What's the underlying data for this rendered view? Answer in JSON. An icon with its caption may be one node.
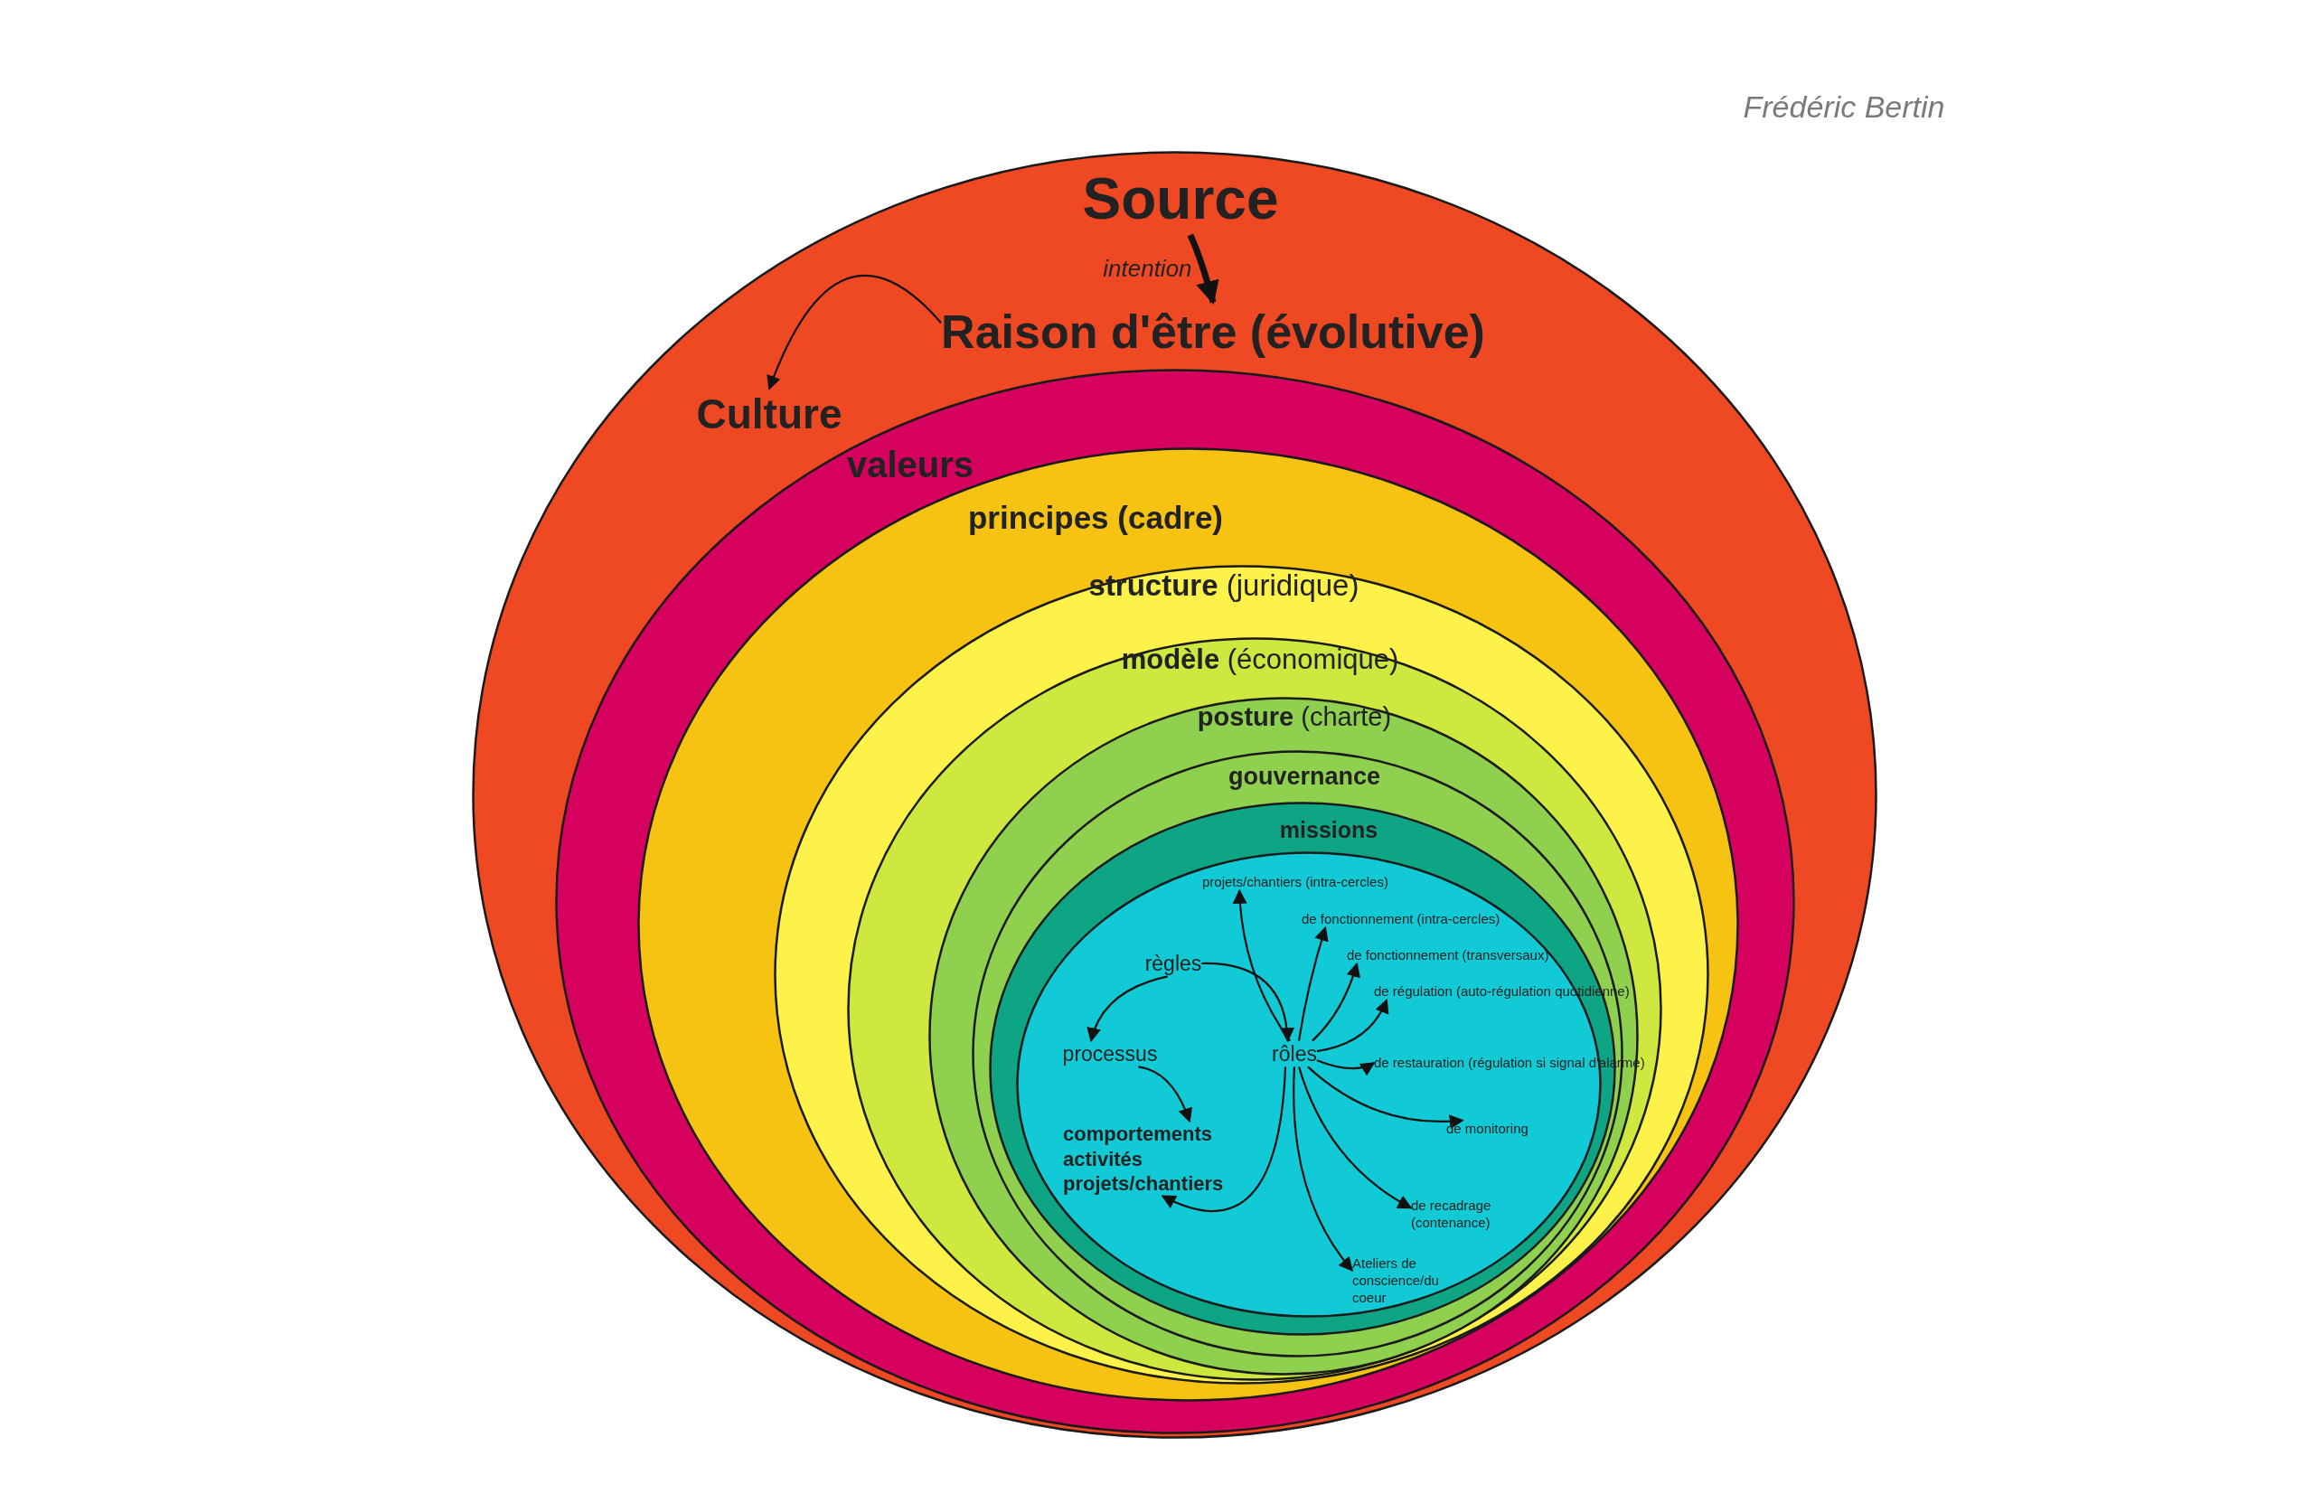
{
  "diagram": {
    "nodes": [
      {
        "text": [],
        "shape": "ellipse"
      },
      {
        "text": [
          "Source"
        ],
        "in": 0
      },
      {
        "text": [
          "Raison d'être (évolutive)"
        ],
        "in": 0
      },
      {
        "text": [
          "Culture"
        ],
        "in": 0
      },
      {
        "text": [
          "valeurs"
        ],
        "in": 0
      },
      {
        "text": [
          "principes (cadre)"
        ],
        "in": 4
      },
      {
        "text": [
          "**structure** (juridique)"
        ],
        "in": 5
      },
      {
        "text": [
          "**modèle** (économique)"
        ],
        "in": 6
      },
      {
        "text": [
          "**posture** (charte)"
        ],
        "in": 7
      },
      {
        "text": [
          "gouvernance"
        ],
        "in": 8
      },
      {
        "text": [
          "missions"
        ],
        "in": 9
      },
      {
        "text": [],
        "shape": "ellipse",
        "in": 10
      },
      {
        "text": [
          "règles"
        ],
        "in": 11
      },
      {
        "text": [
          "processus"
        ],
        "in": 11
      },
      {
        "text": [
          "rôles"
        ],
        "in": 11
      },
      {
        "text": [
          "comportements activités projets/chantiers"
        ],
        "in": 11
      },
      {
        "text": [
          "projets/chantiers (intra-cercles)"
        ],
        "in": 11
      },
      {
        "text": [
          "de fonctionnement (intra-cercles)"
        ],
        "in": 11
      },
      {
        "text": [
          "de fonctionnement (transversaux)"
        ],
        "in": 11
      },
      {
        "text": [
          "de régulation (auto-régulation quotidienne)"
        ],
        "in": 11
      },
      {
        "text": [
          "de restauration (régulation si signal d'alarme)"
        ],
        "in": 11
      },
      {
        "text": [
          "de monitoring"
        ],
        "in": 11
      },
      {
        "text": [
          "de recadrage (contenance)"
        ],
        "in": 11
      },
      {
        "text": [
          "Ateliers de conscience/du coeur"
        ],
        "in": 11
      }
    ],
    "edges": [
      {
        "from": 1,
        "to": 2,
        "arrow": "to",
        "label": "intention",
        "style": "thick"
      },
      {
        "from": 2,
        "to": 3,
        "arrow": "to"
      },
      {
        "from": 12,
        "to": 13,
        "arrow": "to"
      },
      {
        "from": 12,
        "to": 14,
        "arrow": "to"
      },
      {
        "from": 13,
        "to": 15,
        "arrow": "to"
      },
      {
        "from": 14,
        "to": 15,
        "arrow": "to"
      },
      {
        "from": 14,
        "to": 16,
        "arrow": "to"
      },
      {
        "from": 14,
        "to": 17,
        "arrow": "to"
      },
      {
        "from": 14,
        "to": 18,
        "arrow": "to"
      },
      {
        "from": 14,
        "to": 19,
        "arrow": "to"
      },
      {
        "from": 14,
        "to": 20,
        "arrow": "to"
      },
      {
        "from": 14,
        "to": 21,
        "arrow": "to"
      },
      {
        "from": 14,
        "to": 22,
        "arrow": "to"
      },
      {
        "from": 14,
        "to": 23,
        "arrow": "to"
      }
    ],
    "labels": [
      "Frédéric Bertin"
    ]
  }
}
